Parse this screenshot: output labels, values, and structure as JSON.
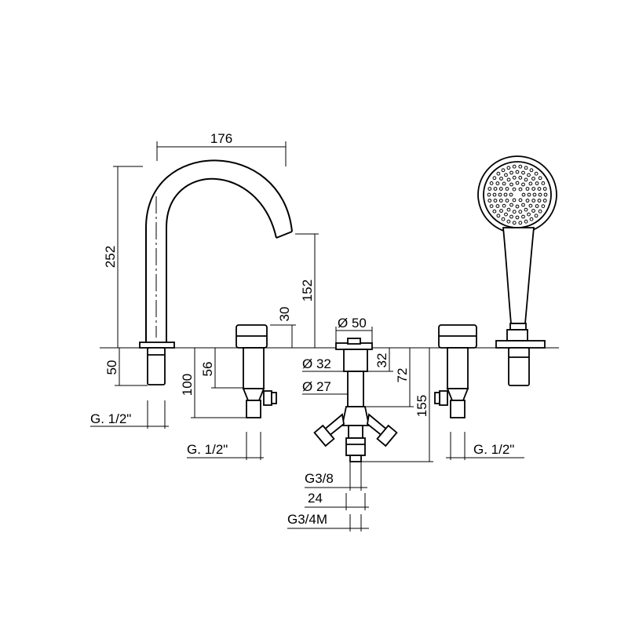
{
  "colors": {
    "ink": "#000000",
    "background": "#ffffff"
  },
  "dimensions": {
    "spout_reach": "176",
    "spout_height": "252",
    "spout_outlet_height": "152",
    "handle_height": "30",
    "diverter_diameter": "Ø 50",
    "diverter_neck_diameter": "Ø 32",
    "diverter_body_diameter": "Ø 27",
    "diverter_neck_length": "32",
    "diverter_body_length": "72",
    "diverter_total_depth": "155",
    "spout_shank": "50",
    "valve_shank": "56",
    "valve_depth": "100",
    "thread_spout": "G. 1/2\"",
    "thread_left_valve": "G. 1/2\"",
    "thread_right_valve": "G. 1/2\"",
    "thread_diverter": "G3/8",
    "thread_width": "24",
    "thread_outlet": "G3/4M"
  }
}
